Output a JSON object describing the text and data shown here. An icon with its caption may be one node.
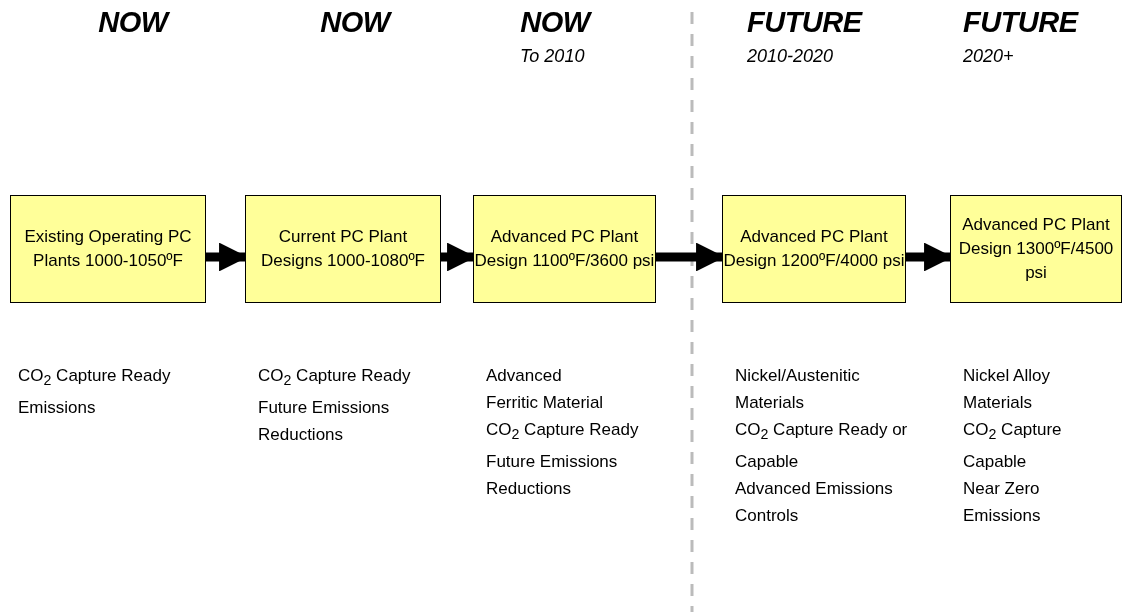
{
  "diagram": {
    "nodes": [
      {
        "text": [
          "Existing Operating PC Plants 1000-1050ºF"
        ],
        "beside": [
          "CO$_{2}$ Capture Ready Emissions"
        ]
      },
      {
        "text": [
          "Current PC Plant Designs 1000-1080ºF"
        ],
        "beside": [
          "CO$_{2}$ Capture Ready Future Emissions Reductions"
        ]
      },
      {
        "text": [
          "Advanced PC Plant Design 1100ºF/3600 psi"
        ],
        "beside": [
          "Advanced Ferritic Material",
          "CO$_{2}$ Capture Ready",
          "Future Emissions Reductions"
        ]
      },
      {
        "text": [
          "Advanced PC Plant Design 1200ºF/4000 psi"
        ],
        "beside": [
          "Nickel/Austenitic Materials",
          "CO$_{2}$ Capture Ready or Capable",
          "Advanced Emissions Controls"
        ]
      },
      {
        "text": [
          "Advanced PC Plant Design 1300ºF/4500 psi"
        ],
        "beside": [
          "Nickel Alloy Materials",
          "CO$_{2}$ Capture Capable",
          "Near Zero Emissions"
        ]
      }
    ],
    "edges": [
      {
        "from": 0,
        "to": 1,
        "arrow": "to"
      },
      {
        "from": 1,
        "to": 2,
        "arrow": "to"
      },
      {
        "from": 2,
        "to": 3,
        "arrow": "to"
      },
      {
        "from": 3,
        "to": 4,
        "arrow": "to"
      }
    ],
    "labels": [
      "NOW",
      "NOW",
      "NOW",
      "FUTURE",
      "FUTURE",
      "To 2010",
      "2010-2020",
      "2020+"
    ]
  }
}
